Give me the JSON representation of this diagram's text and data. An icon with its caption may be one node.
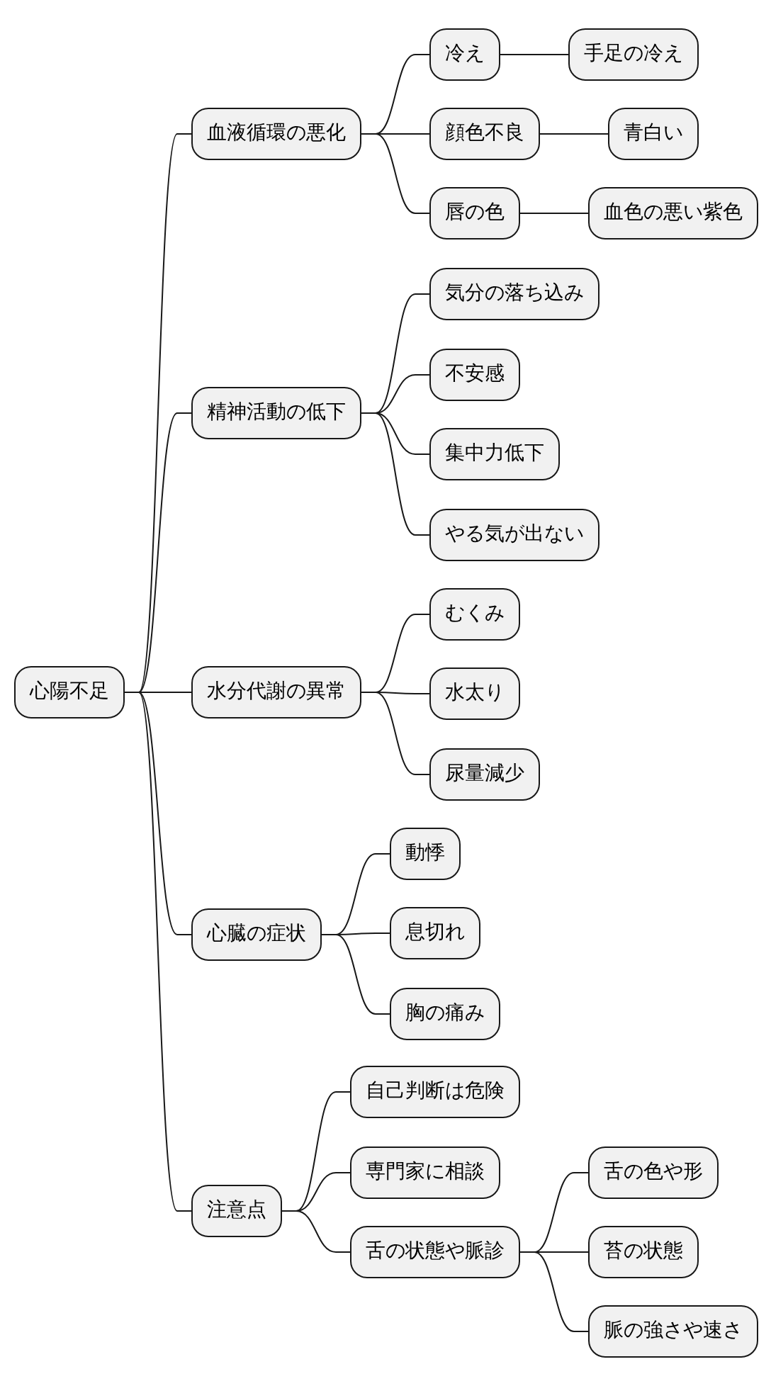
{
  "diagram": {
    "nodes": [
      {
        "text": [
          "心陽不足"
        ]
      },
      {
        "text": [
          "血液循環の悪化"
        ]
      },
      {
        "text": [
          "冷え"
        ]
      },
      {
        "text": [
          "手足の冷え"
        ]
      },
      {
        "text": [
          "顔色不良"
        ]
      },
      {
        "text": [
          "青白い"
        ]
      },
      {
        "text": [
          "唇の色"
        ]
      },
      {
        "text": [
          "血色の悪い紫色"
        ]
      },
      {
        "text": [
          "精神活動の低下"
        ]
      },
      {
        "text": [
          "気分の落ち込み"
        ]
      },
      {
        "text": [
          "不安感"
        ]
      },
      {
        "text": [
          "集中力低下"
        ]
      },
      {
        "text": [
          "やる気が出ない"
        ]
      },
      {
        "text": [
          "水分代謝の異常"
        ]
      },
      {
        "text": [
          "むくみ"
        ]
      },
      {
        "text": [
          "水太り"
        ]
      },
      {
        "text": [
          "尿量減少"
        ]
      },
      {
        "text": [
          "心臓の症状"
        ]
      },
      {
        "text": [
          "動悸"
        ]
      },
      {
        "text": [
          "息切れ"
        ]
      },
      {
        "text": [
          "胸の痛み"
        ]
      },
      {
        "text": [
          "注意点"
        ]
      },
      {
        "text": [
          "自己判断は危険"
        ]
      },
      {
        "text": [
          "専門家に相談"
        ]
      },
      {
        "text": [
          "舌の状態や脈診"
        ]
      },
      {
        "text": [
          "舌の色や形"
        ]
      },
      {
        "text": [
          "苔の状態"
        ]
      },
      {
        "text": [
          "脈の強さや速さ"
        ]
      }
    ],
    "edges": [
      {
        "from": 0,
        "to": 1,
        "arrow": "none"
      },
      {
        "from": 1,
        "to": 2,
        "arrow": "none"
      },
      {
        "from": 2,
        "to": 3,
        "arrow": "none"
      },
      {
        "from": 1,
        "to": 4,
        "arrow": "none"
      },
      {
        "from": 4,
        "to": 5,
        "arrow": "none"
      },
      {
        "from": 1,
        "to": 6,
        "arrow": "none"
      },
      {
        "from": 6,
        "to": 7,
        "arrow": "none"
      },
      {
        "from": 0,
        "to": 8,
        "arrow": "none"
      },
      {
        "from": 8,
        "to": 9,
        "arrow": "none"
      },
      {
        "from": 8,
        "to": 10,
        "arrow": "none"
      },
      {
        "from": 8,
        "to": 11,
        "arrow": "none"
      },
      {
        "from": 8,
        "to": 12,
        "arrow": "none"
      },
      {
        "from": 0,
        "to": 13,
        "arrow": "none"
      },
      {
        "from": 13,
        "to": 14,
        "arrow": "none"
      },
      {
        "from": 13,
        "to": 15,
        "arrow": "none"
      },
      {
        "from": 13,
        "to": 16,
        "arrow": "none"
      },
      {
        "from": 0,
        "to": 17,
        "arrow": "none"
      },
      {
        "from": 17,
        "to": 18,
        "arrow": "none"
      },
      {
        "from": 17,
        "to": 19,
        "arrow": "none"
      },
      {
        "from": 17,
        "to": 20,
        "arrow": "none"
      },
      {
        "from": 0,
        "to": 21,
        "arrow": "none"
      },
      {
        "from": 21,
        "to": 22,
        "arrow": "none"
      },
      {
        "from": 21,
        "to": 23,
        "arrow": "none"
      },
      {
        "from": 21,
        "to": 24,
        "arrow": "none"
      },
      {
        "from": 24,
        "to": 25,
        "arrow": "none"
      },
      {
        "from": 24,
        "to": 26,
        "arrow": "none"
      },
      {
        "from": 24,
        "to": 27,
        "arrow": "none"
      }
    ]
  }
}
